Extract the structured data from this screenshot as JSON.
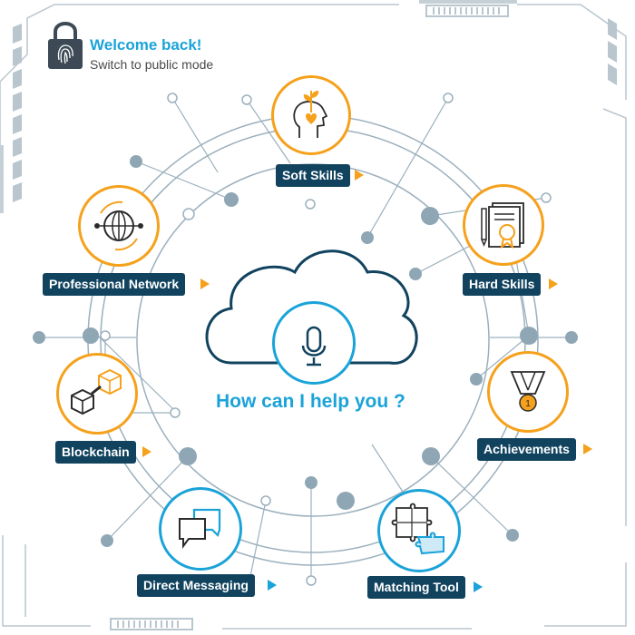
{
  "header": {
    "title": "Welcome back!",
    "subtitle": "Switch to public mode",
    "lock_icon": "fingerprint-lock-icon"
  },
  "center": {
    "prompt": "How can I help you ?",
    "icon": "microphone-icon"
  },
  "nodes": [
    {
      "label": "Soft Skills",
      "icon": "head-plant-icon",
      "color": "#f5a11c"
    },
    {
      "label": "Hard Skills",
      "icon": "certificate-icon",
      "color": "#f5a11c"
    },
    {
      "label": "Achievements",
      "icon": "medal-icon",
      "color": "#f5a11c"
    },
    {
      "label": "Matching Tool",
      "icon": "puzzle-icon",
      "color": "#1aa3d9"
    },
    {
      "label": "Direct Messaging",
      "icon": "chat-bubbles-icon",
      "color": "#1aa3d9"
    },
    {
      "label": "Blockchain",
      "icon": "blocks-chain-icon",
      "color": "#f5a11c"
    },
    {
      "label": "Professional Network",
      "icon": "globe-network-icon",
      "color": "#f5a11c"
    }
  ],
  "colors": {
    "accent_blue": "#1aa3d9",
    "accent_orange": "#f5a11c",
    "label_bg": "#11435f",
    "line_gray": "#9bb0bd"
  }
}
